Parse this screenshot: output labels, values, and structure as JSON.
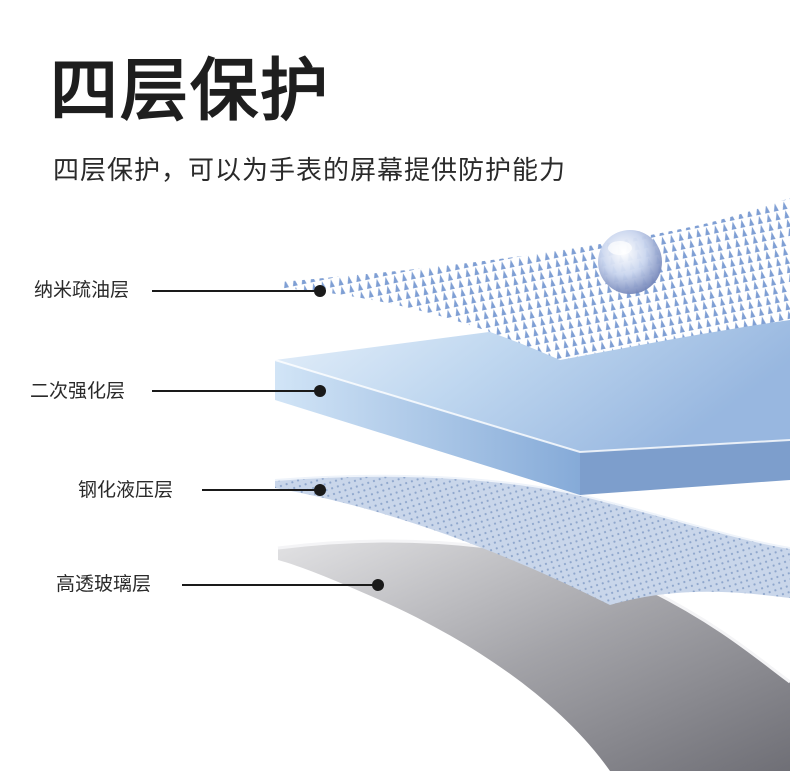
{
  "heading": {
    "title": "四层保护",
    "subtitle": "四层保护，可以为手表的屏幕提供防护能力"
  },
  "layers": [
    {
      "label": "纳米疏油层"
    },
    {
      "label": "二次强化层"
    },
    {
      "label": "钢化液压层"
    },
    {
      "label": "高透玻璃层"
    }
  ],
  "colors": {
    "glass_blue": "#9fc0e6",
    "mesh_blue": "#8fb0dc",
    "base_gray": "#8e8e94"
  }
}
